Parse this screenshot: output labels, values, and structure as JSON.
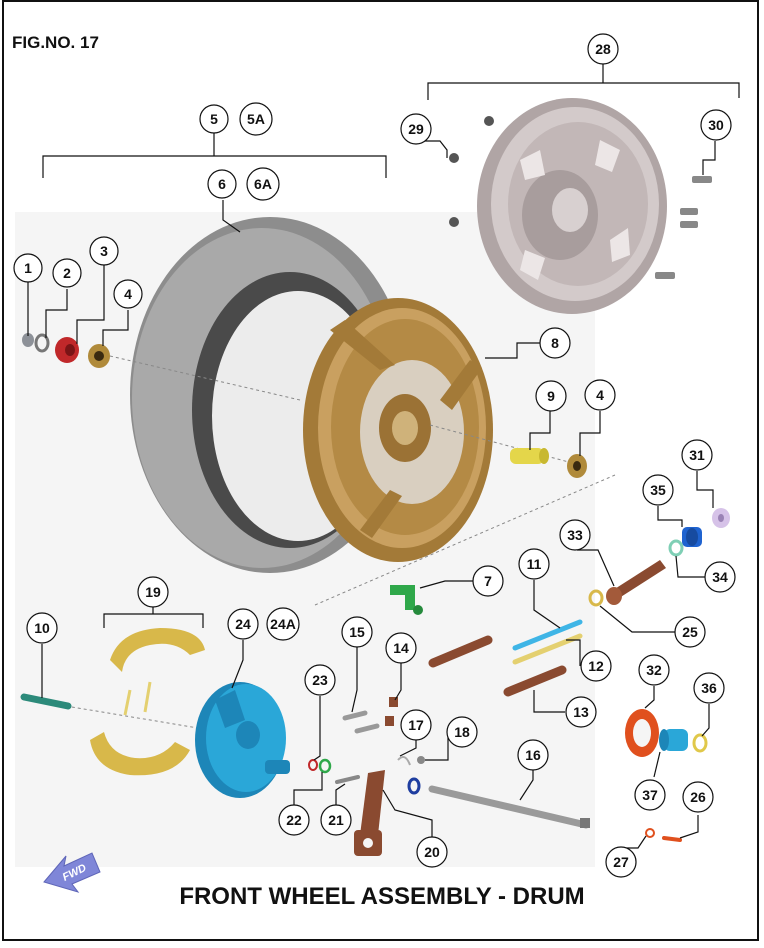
{
  "figure_label": "FIG.NO. 17",
  "title": "FRONT WHEEL ASSEMBLY - DRUM",
  "direction_label": "FWD",
  "callouts": {
    "c1": "1",
    "c2": "2",
    "c3": "3",
    "c4a": "4",
    "c4b": "4",
    "c5": "5",
    "c5a": "5A",
    "c6": "6",
    "c6a": "6A",
    "c7": "7",
    "c8": "8",
    "c9": "9",
    "c10": "10",
    "c11": "11",
    "c12": "12",
    "c13": "13",
    "c14": "14",
    "c15": "15",
    "c16": "16",
    "c17": "17",
    "c18": "18",
    "c19": "19",
    "c20": "20",
    "c21": "21",
    "c22": "22",
    "c23": "23",
    "c24": "24",
    "c24a": "24A",
    "c25": "25",
    "c26": "26",
    "c27": "27",
    "c28": "28",
    "c29": "29",
    "c30": "30",
    "c31": "31",
    "c32": "32",
    "c33": "33",
    "c34": "34",
    "c35": "35",
    "c36": "36",
    "c37": "37"
  },
  "colors": {
    "tire": "#9a9a9a",
    "rim_gold": "#b48a45",
    "rim_silver": "#c9bfbf",
    "brake_plate": "#2aa7d8",
    "brake_shoe": "#d8b84a",
    "brown_part": "#8a4a30",
    "red_part": "#c0282a",
    "orange_seal": "#e0501e",
    "blue_part": "#1f63d0",
    "green_part": "#2fa84a",
    "fwd_arrow": "#7f86d8"
  }
}
